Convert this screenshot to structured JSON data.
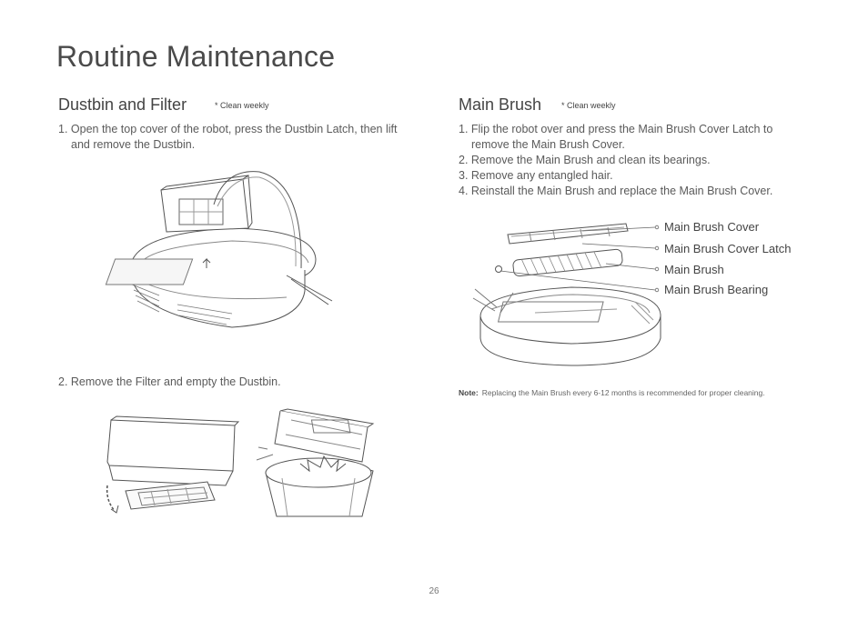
{
  "page": {
    "title": "Routine Maintenance",
    "page_number": "26"
  },
  "dustbin": {
    "heading": "Dustbin and Filter",
    "tag": "* Clean weekly",
    "step1": "1. Open the top cover of the robot, press the Dustbin Latch, then lift and remove the Dustbin.",
    "step2": "2. Remove the Filter and empty the Dustbin."
  },
  "main_brush": {
    "heading": "Main Brush",
    "tag": "* Clean weekly",
    "steps": [
      "1. Flip the robot over and press the Main Brush Cover Latch to remove the Main Brush Cover.",
      "2. Remove the Main Brush and clean its bearings.",
      "3. Remove any entangled hair.",
      "4. Reinstall the Main Brush and replace the Main Brush Cover."
    ],
    "callouts": [
      "Main Brush Cover",
      "Main Brush Cover Latch",
      "Main Brush",
      "Main Brush Bearing"
    ],
    "note_label": "Note:",
    "note_text": "Replacing the Main Brush every 6-12 months is recommended for proper cleaning."
  }
}
